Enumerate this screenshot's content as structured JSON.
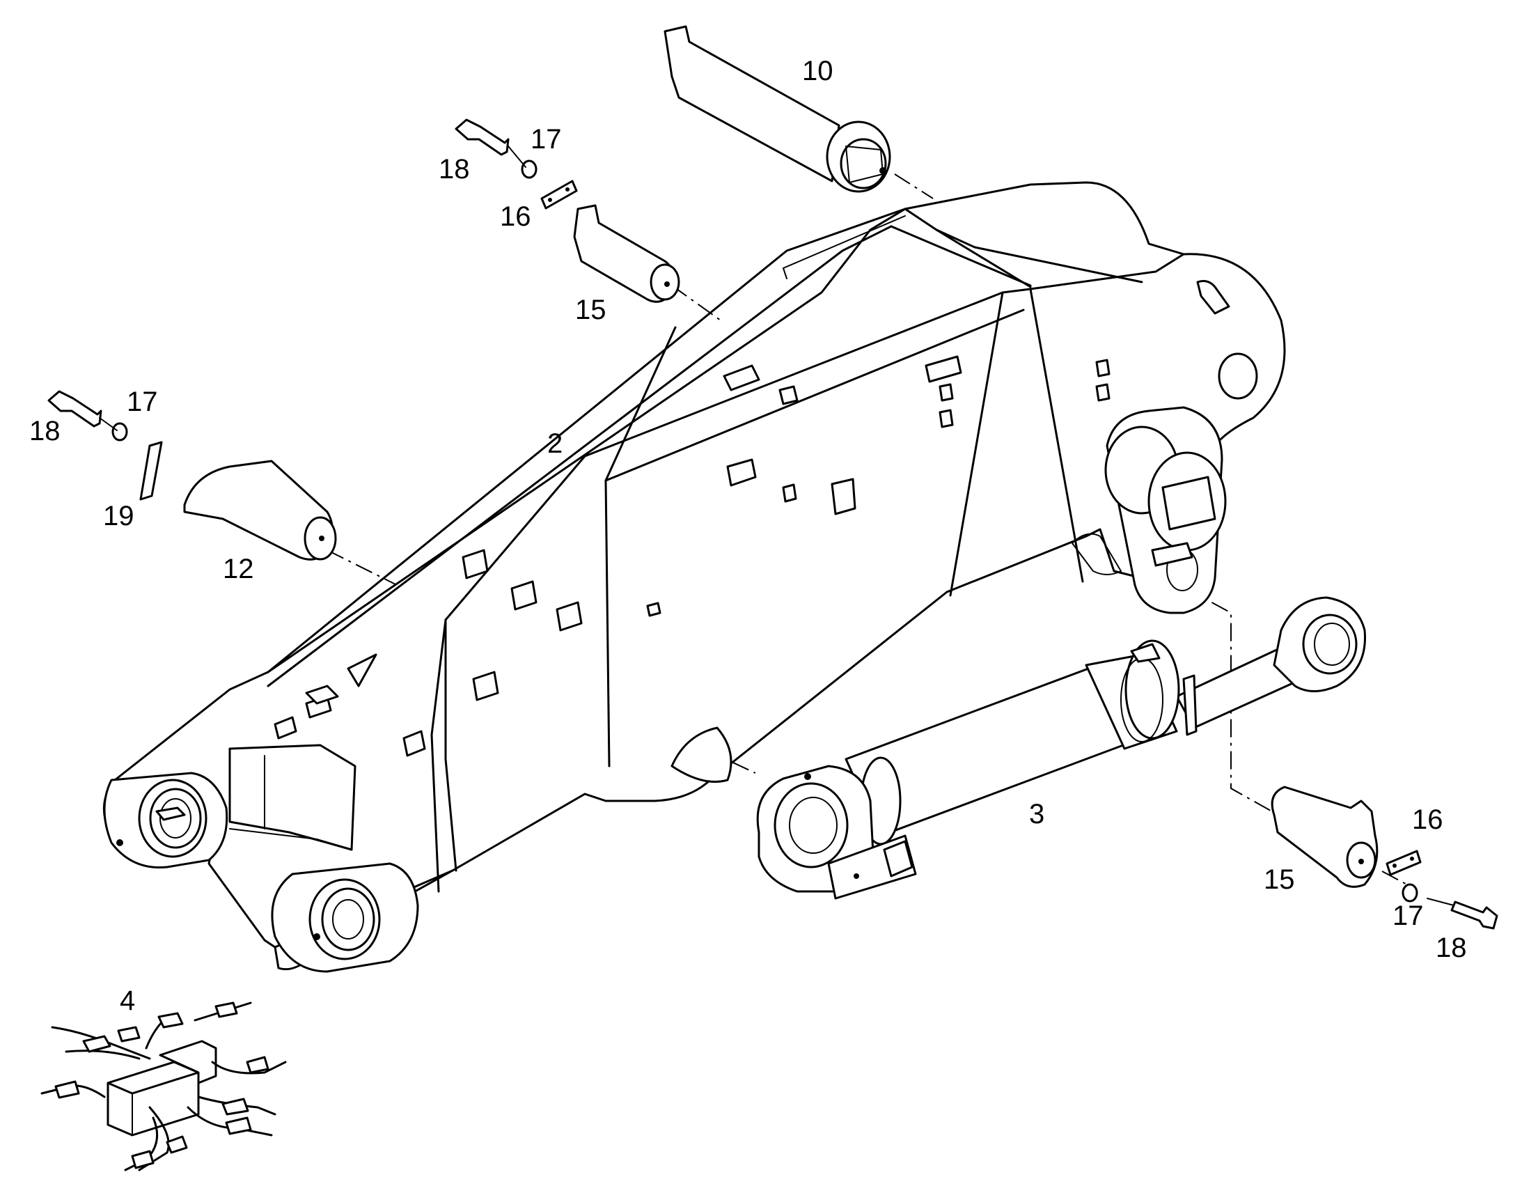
{
  "callouts": {
    "boom": "2",
    "boom_cylinder": "3",
    "valve_block": "4",
    "pin_top": "10",
    "pin_left": "12",
    "pin_upper": "15",
    "pin_lower_right": "15",
    "plate_upper": "16",
    "plate_lower_right": "16",
    "washer_upper": "17",
    "washer_left": "17",
    "washer_lower_right": "17",
    "bolt_upper": "18",
    "bolt_left": "18",
    "bolt_lower_right": "18",
    "plate_left": "19"
  }
}
